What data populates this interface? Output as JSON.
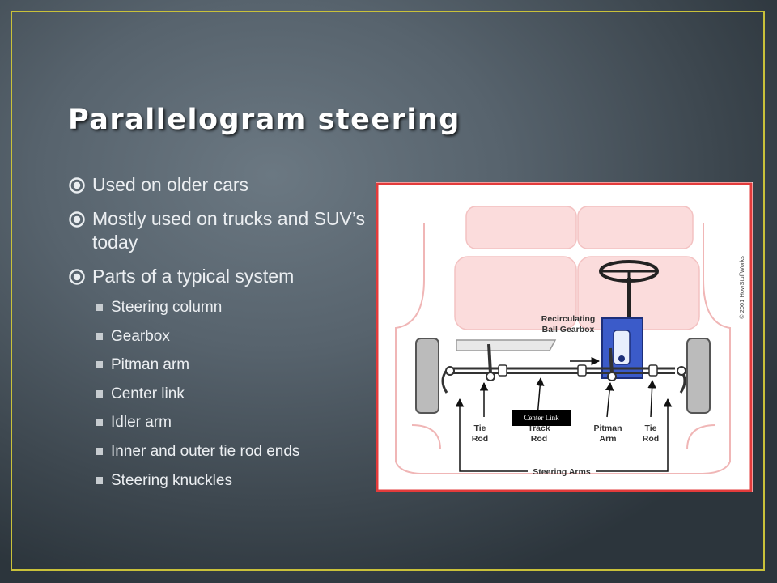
{
  "slide": {
    "title": "Parallelogram steering",
    "bullets": [
      "Used on older cars",
      "Mostly used on trucks and SUV’s today",
      "Parts of a typical system"
    ],
    "sub_bullets": [
      "Steering column",
      "Gearbox",
      "Pitman arm",
      "Center link",
      "Idler arm",
      "Inner and outer tie rod ends",
      "Steering knuckles"
    ]
  },
  "diagram": {
    "copyright": "© 2001 HowStuffWorks",
    "gearbox_label": [
      "Recirculating",
      "Ball Gearbox"
    ],
    "center_link_overlay": "Center Link",
    "track_rod_label": [
      "Track",
      "Rod"
    ],
    "tie_rod_left_label": [
      "Tie",
      "Rod"
    ],
    "tie_rod_right_label": [
      "Tie",
      "Rod"
    ],
    "pitman_arm_label": [
      "Pitman",
      "Arm"
    ],
    "steering_arms_label": "Steering Arms"
  },
  "colors": {
    "frame": "#c9c13a",
    "title": "#ffffff",
    "body_text": "#eceff2",
    "diagram_border": "#e33b3b",
    "gearbox": "#3b5bc9"
  }
}
